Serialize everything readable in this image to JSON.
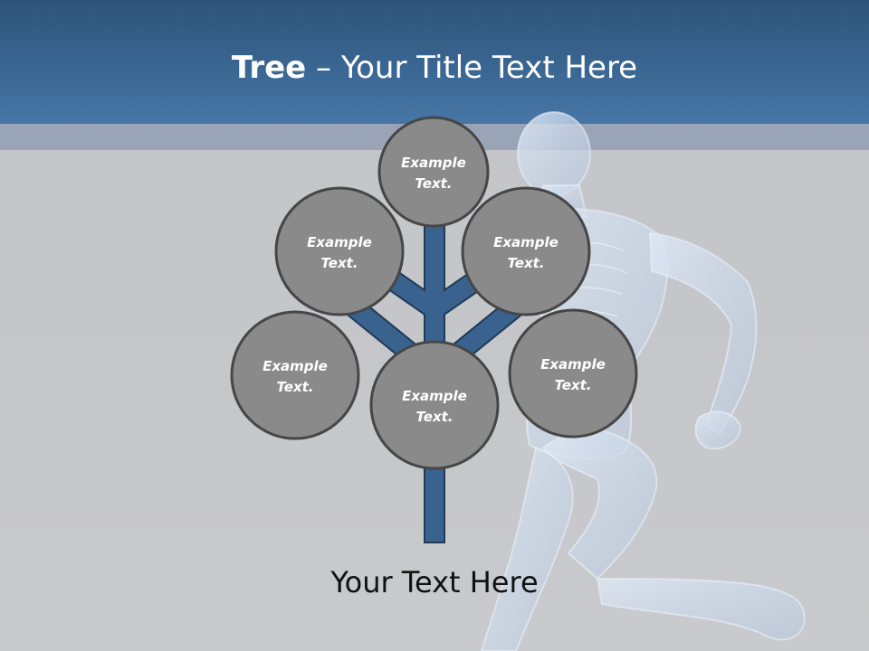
{
  "slide": {
    "title_strong": "Tree",
    "title_rest": " – Your Title Text Here",
    "caption": "Your Text Here"
  },
  "nodes": [
    {
      "id": "top",
      "line1": "Example",
      "line2": "Text."
    },
    {
      "id": "upper-left",
      "line1": "Example",
      "line2": "Text."
    },
    {
      "id": "upper-right",
      "line1": "Example",
      "line2": "Text."
    },
    {
      "id": "lower-left",
      "line1": "Example",
      "line2": "Text."
    },
    {
      "id": "center",
      "line1": "Example",
      "line2": "Text."
    },
    {
      "id": "lower-right",
      "line1": "Example",
      "line2": "Text."
    }
  ],
  "colors": {
    "header": "#3a6692",
    "band": "#99a4b6",
    "background": "#c6c7ca",
    "trunk": "#39628e",
    "trunk_outline": "#203a58",
    "node_fill": "#8a8a8a",
    "node_outline": "#464646"
  },
  "decor": {
    "background_image": "running-skeleton-figure-icon"
  }
}
